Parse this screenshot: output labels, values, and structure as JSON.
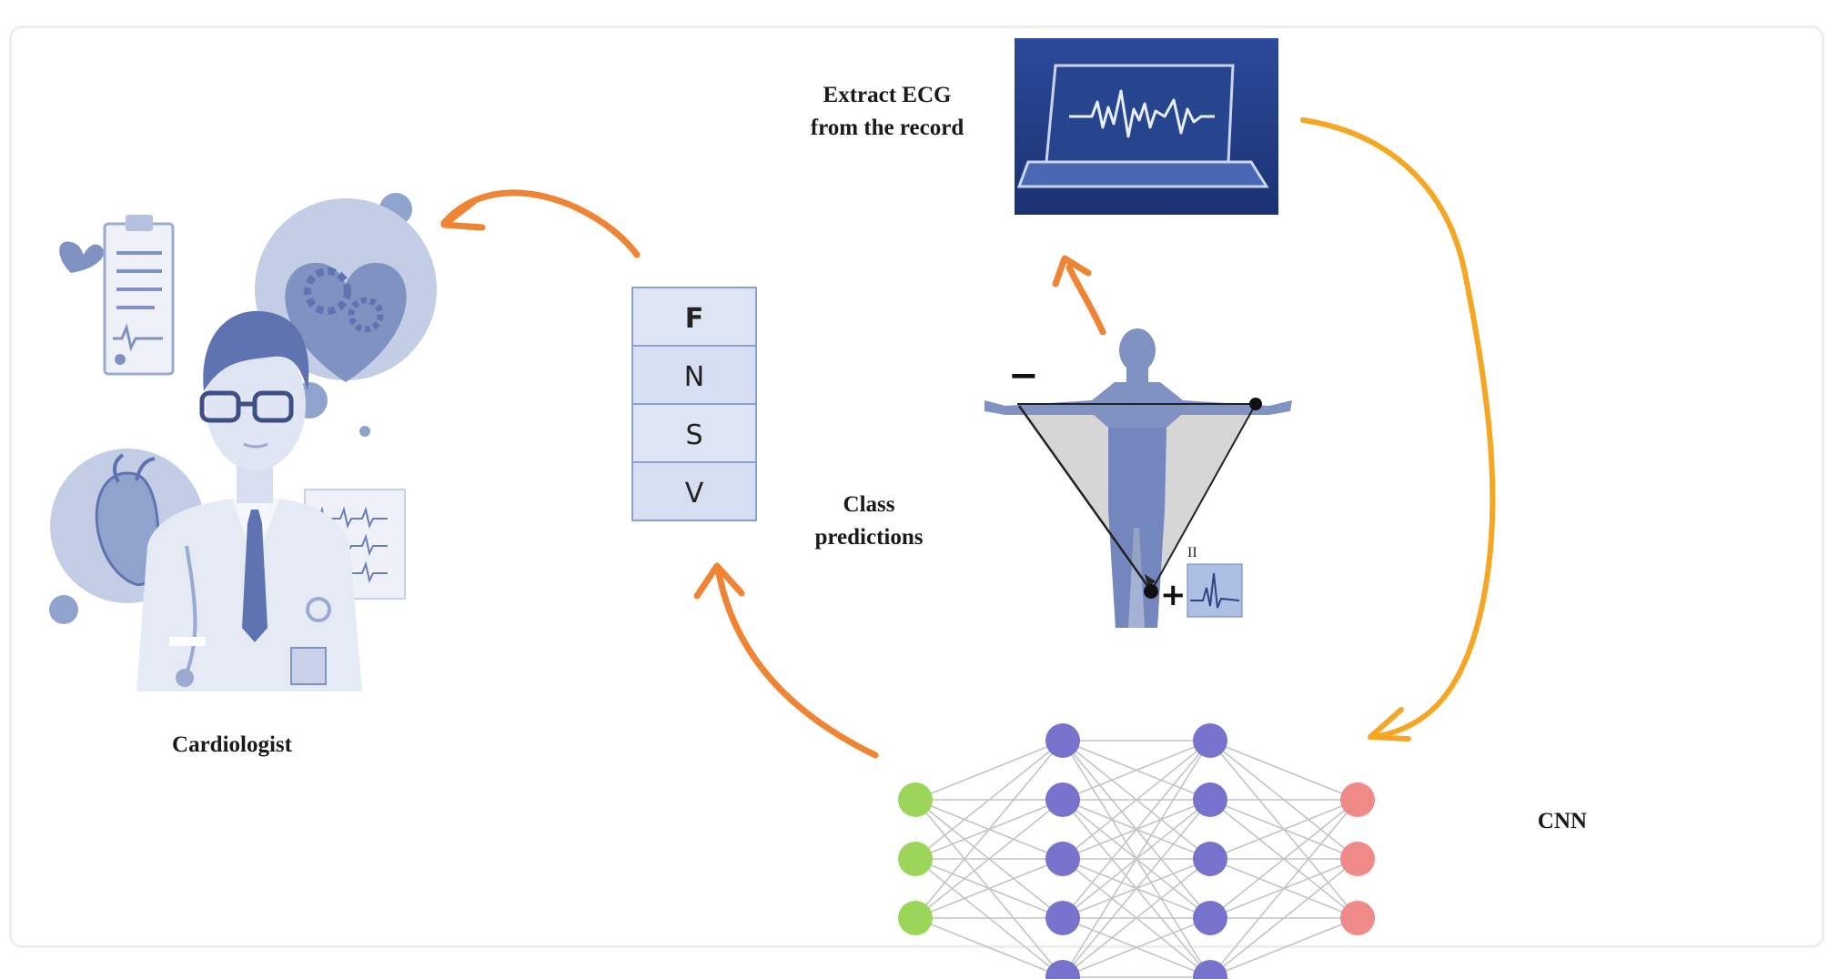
{
  "labels": {
    "extract_line1": "Extract  ECG",
    "extract_line2": "from  the record",
    "class_line1": "Class",
    "class_line2": "predictions",
    "cardiologist": "Cardiologist",
    "cnn": "CNN",
    "lead_minus": "−",
    "lead_plus": "+",
    "lead_name": "II"
  },
  "classes": [
    "F",
    "N",
    "S",
    "V"
  ],
  "network": {
    "layers": [
      3,
      5,
      5,
      3
    ]
  },
  "colors": {
    "input_node": "#9bd65a",
    "hidden_node": "#7773cc",
    "output_node": "#f08a88",
    "arrow_orange": "#ef8434",
    "arrow_gold": "#f5a623",
    "class_fill": "#dde4f3",
    "class_border": "#8aa0d0"
  }
}
